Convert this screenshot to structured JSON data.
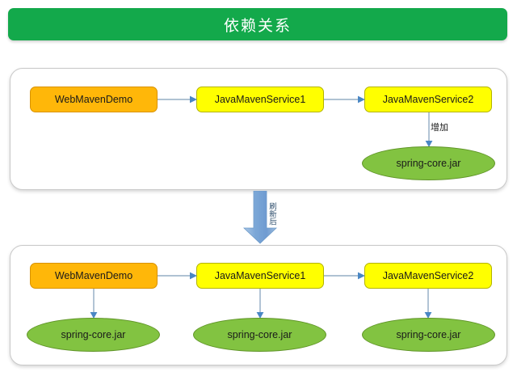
{
  "title": {
    "text": "依赖关系",
    "background": "#13a94b",
    "text_color": "#ffffff"
  },
  "colors": {
    "module_primary": "#ffb709",
    "module_secondary": "#ffff00",
    "jar": "#82c341",
    "connector": "#7f9db9",
    "block_arrow": "#6f9bd1",
    "panel_border": "#c9c9c9"
  },
  "transition": {
    "label": "刷新后",
    "icon": "down-block-arrow"
  },
  "panels": [
    {
      "id": "before",
      "nodes": [
        {
          "label": "WebMavenDemo",
          "kind": "module",
          "style": "orange"
        },
        {
          "label": "JavaMavenService1",
          "kind": "module",
          "style": "yellow"
        },
        {
          "label": "JavaMavenService2",
          "kind": "module",
          "style": "yellow"
        }
      ],
      "jars": [
        {
          "label": "spring-core.jar",
          "owner": "JavaMavenService2"
        }
      ],
      "edges": [
        {
          "from": "WebMavenDemo",
          "to": "JavaMavenService1",
          "label": ""
        },
        {
          "from": "JavaMavenService1",
          "to": "JavaMavenService2",
          "label": ""
        },
        {
          "from": "JavaMavenService2",
          "to": "spring-core.jar",
          "label": "增加"
        }
      ]
    },
    {
      "id": "after",
      "nodes": [
        {
          "label": "WebMavenDemo",
          "kind": "module",
          "style": "orange"
        },
        {
          "label": "JavaMavenService1",
          "kind": "module",
          "style": "yellow"
        },
        {
          "label": "JavaMavenService2",
          "kind": "module",
          "style": "yellow"
        }
      ],
      "jars": [
        {
          "label": "spring-core.jar",
          "owner": "WebMavenDemo"
        },
        {
          "label": "spring-core.jar",
          "owner": "JavaMavenService1"
        },
        {
          "label": "spring-core.jar",
          "owner": "JavaMavenService2"
        }
      ],
      "edges": [
        {
          "from": "WebMavenDemo",
          "to": "JavaMavenService1",
          "label": ""
        },
        {
          "from": "JavaMavenService1",
          "to": "JavaMavenService2",
          "label": ""
        },
        {
          "from": "WebMavenDemo",
          "to": "spring-core.jar",
          "label": ""
        },
        {
          "from": "JavaMavenService1",
          "to": "spring-core.jar",
          "label": ""
        },
        {
          "from": "JavaMavenService2",
          "to": "spring-core.jar",
          "label": ""
        }
      ]
    }
  ]
}
